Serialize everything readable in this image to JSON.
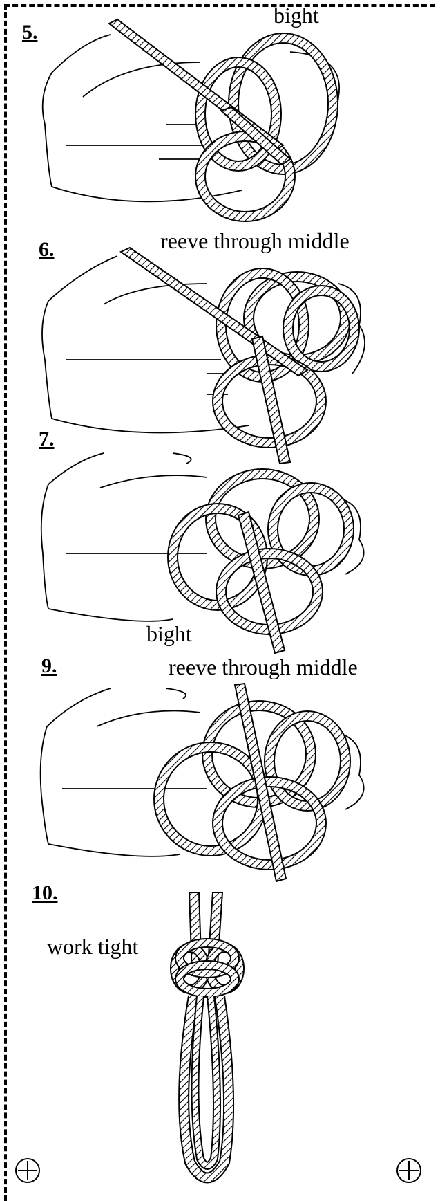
{
  "steps": [
    {
      "number": "5.",
      "caption": "bight"
    },
    {
      "number": "6.",
      "caption": "reeve through middle"
    },
    {
      "number": "7.",
      "caption": "bight"
    },
    {
      "number": "9.",
      "caption": "reeve through middle"
    },
    {
      "number": "10.",
      "caption": "work tight"
    }
  ],
  "colors": {
    "ink": "#000000",
    "paper": "#ffffff"
  },
  "icons": [
    "registration-mark-icon",
    "registration-mark-icon"
  ]
}
